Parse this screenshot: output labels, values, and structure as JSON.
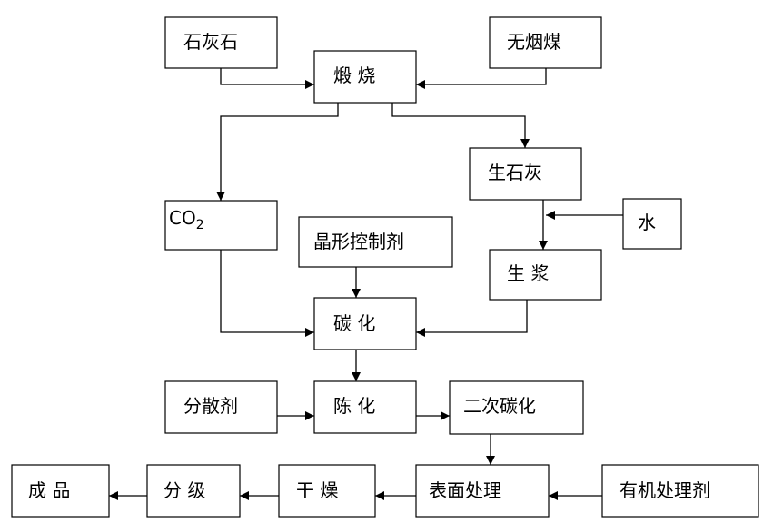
{
  "nodes": {
    "limestone": "石灰石",
    "anthracite": "无烟煤",
    "calcination": "煅 烧",
    "co2_base": "CO",
    "co2_sub": "2",
    "quicklime": "生石灰",
    "water": "水",
    "crystal_control": "晶形控制剂",
    "slurry": "生 浆",
    "carbonation": "碳 化",
    "dispersant": "分散剂",
    "aging": "陈 化",
    "second_carbonation": "二次碳化",
    "product": "成 品",
    "classification": "分 级",
    "drying": "干 燥",
    "surface_treatment": "表面处理",
    "organic_agent": "有机处理剂"
  }
}
